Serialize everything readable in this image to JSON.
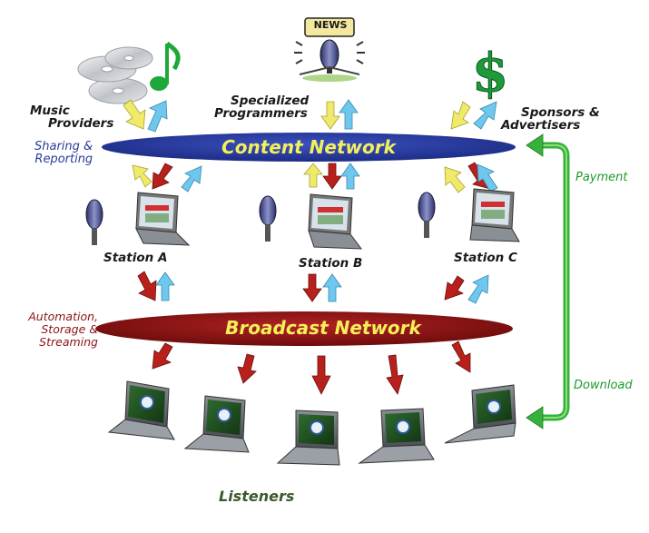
{
  "sources": {
    "music": [
      "Music",
      "Providers"
    ],
    "programmers": [
      "Specialized",
      "Programmers"
    ],
    "sponsors": [
      "Sponsors &",
      "Advertisers"
    ],
    "news_sign": "NEWS"
  },
  "content_network": {
    "label": "Content Network",
    "side_label": [
      "Sharing &",
      "Reporting"
    ]
  },
  "stations": [
    {
      "label": "Station A"
    },
    {
      "label": "Station B"
    },
    {
      "label": "Station C"
    }
  ],
  "broadcast_network": {
    "label": "Broadcast Network",
    "side_label": [
      "Automation,",
      "Storage &",
      "Streaming"
    ]
  },
  "side_loop": {
    "top_label": "Payment",
    "bottom_label": "Download"
  },
  "listeners_label": "Listeners",
  "icons": [
    "cd-stack-icon",
    "music-note-icon",
    "news-microphone-icon",
    "dollar-icon",
    "microphone-icon",
    "laptop-icon"
  ],
  "colors": {
    "content_ellipse": "#2b3ea0",
    "content_text": "#f5f05a",
    "broadcast_ellipse": "#8c1414",
    "broadcast_text": "#f5f05a",
    "arrow_down_red": "#b8201c",
    "arrow_up_blue": "#6ec8ee",
    "arrow_down_yellow": "#f0ea6a",
    "loop_green": "#36b23c"
  }
}
